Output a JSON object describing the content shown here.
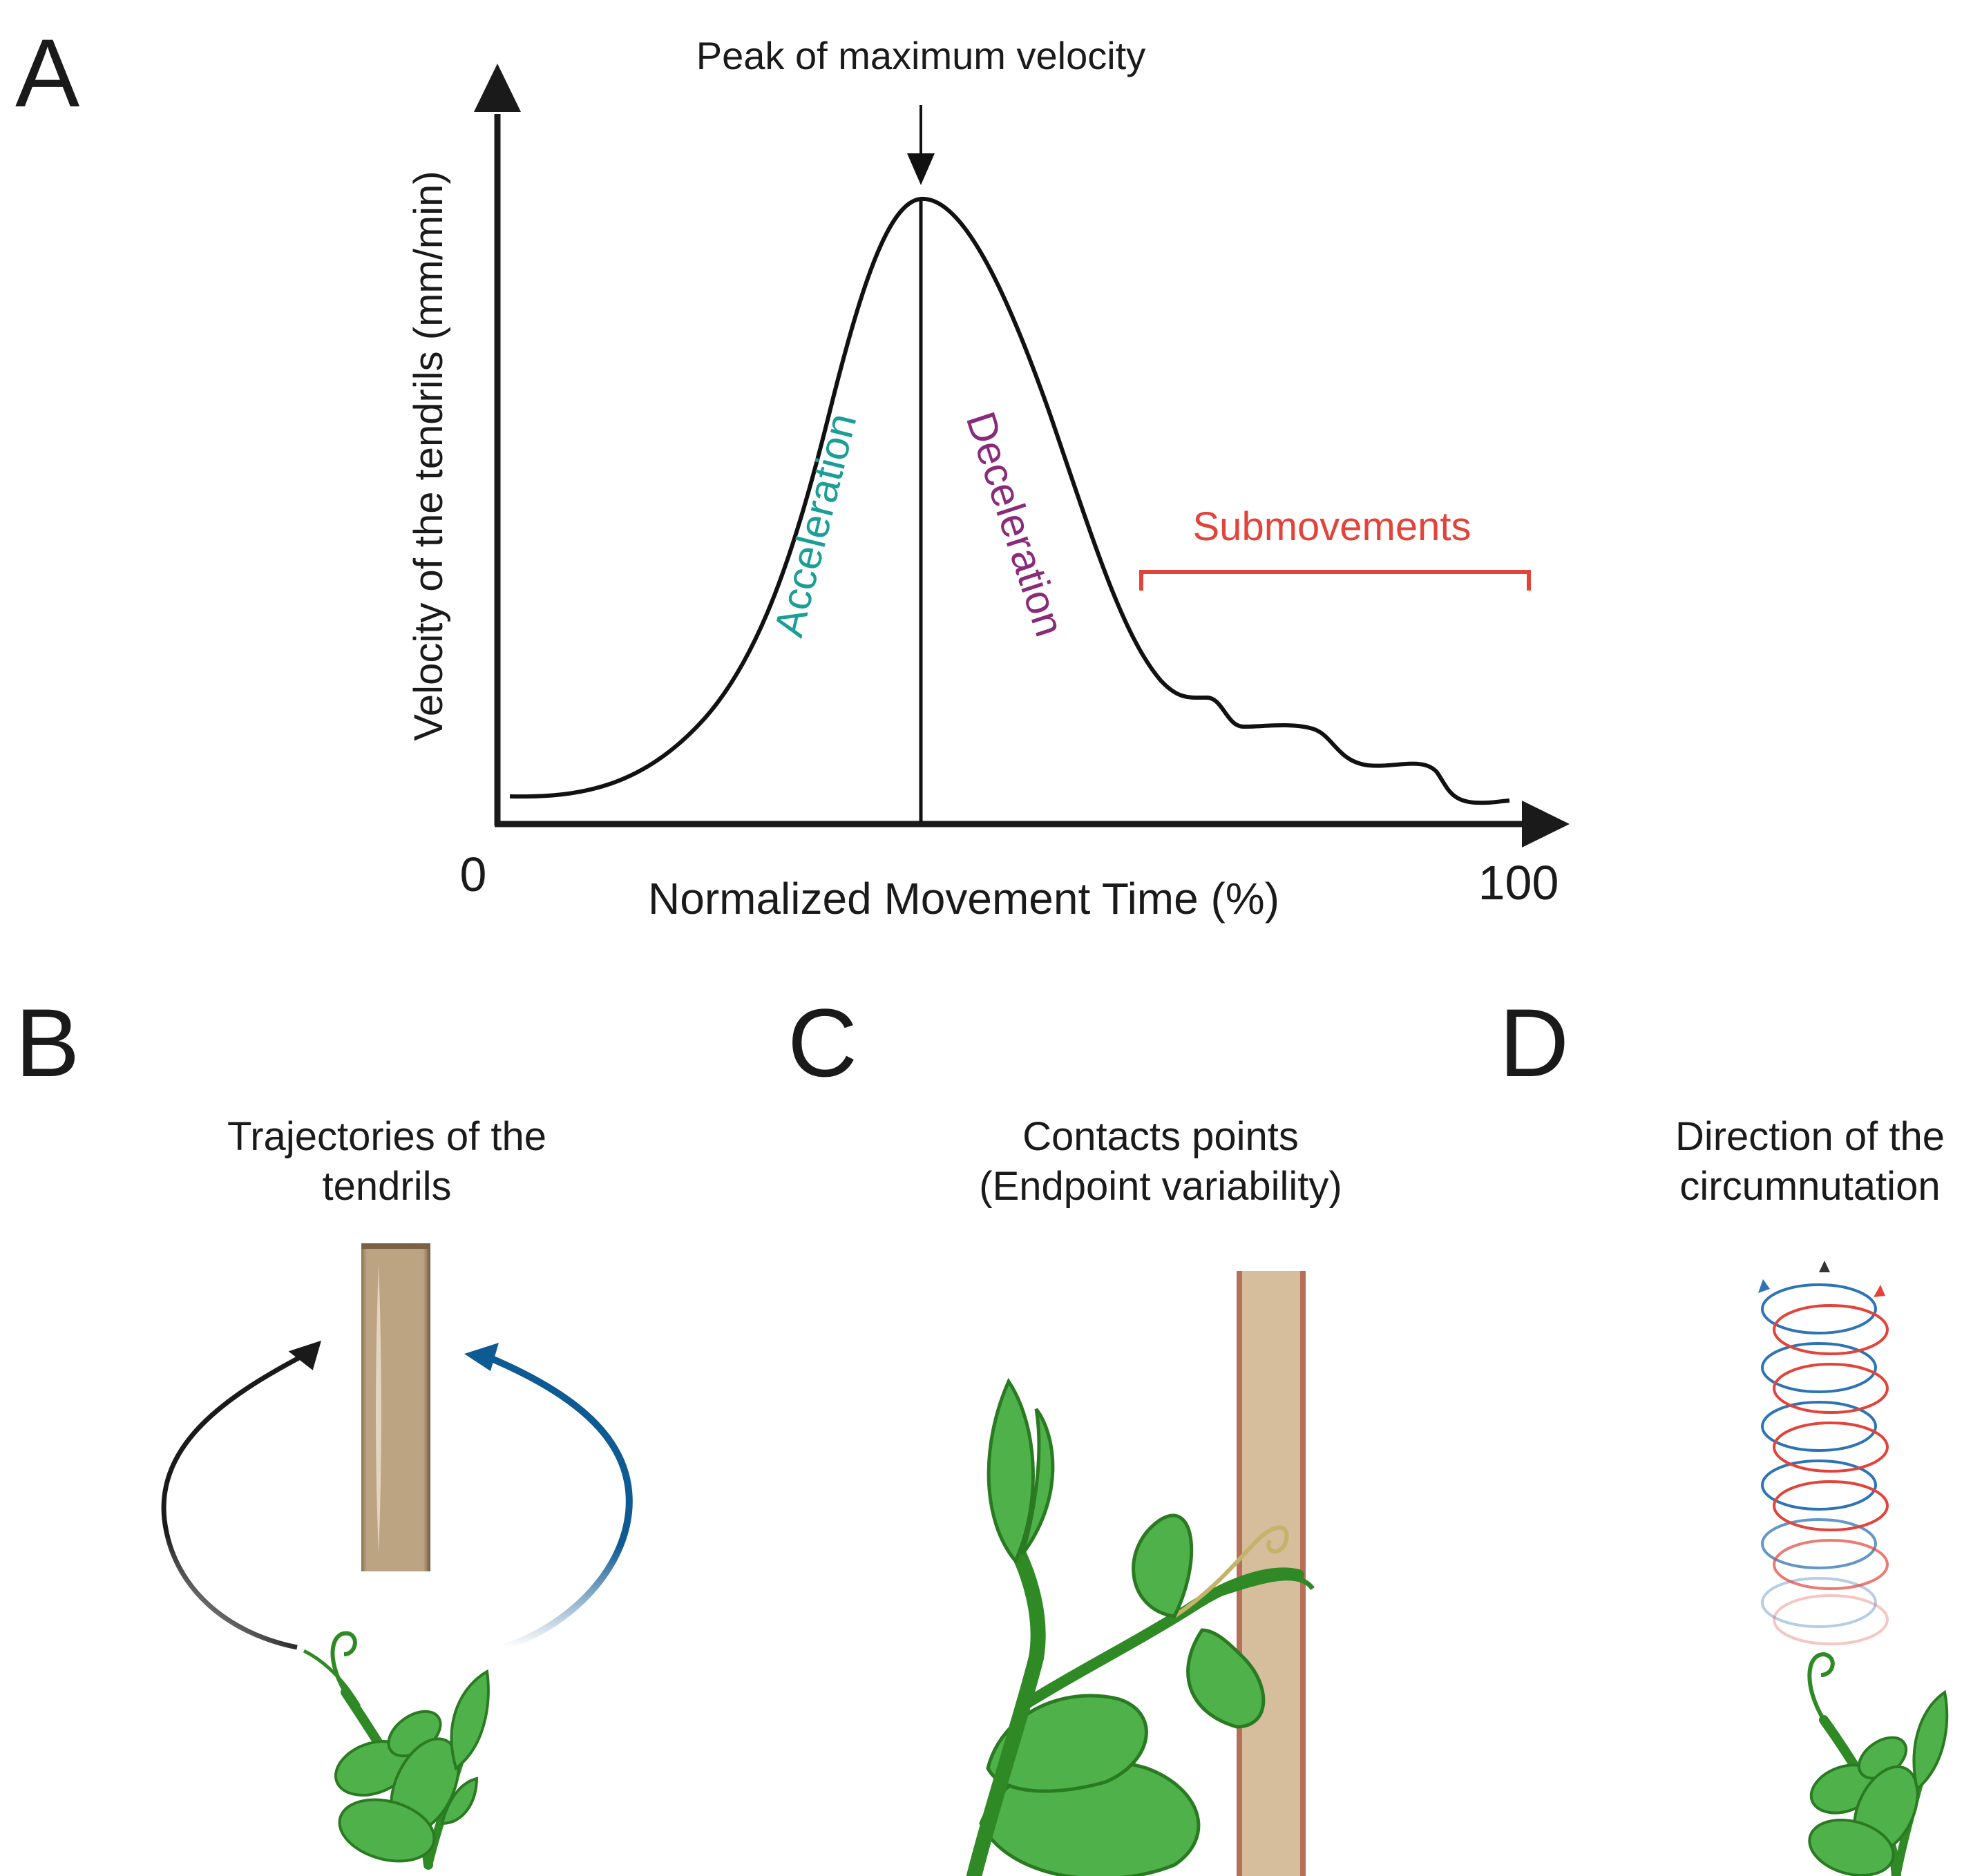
{
  "panels": {
    "a": {
      "letter": "A"
    },
    "b": {
      "letter": "B",
      "caption_line1": "Trajectories of the",
      "caption_line2": "tendrils"
    },
    "c": {
      "letter": "C",
      "caption_line1": "Contacts points",
      "caption_line2": "(Endpoint variability)"
    },
    "d": {
      "letter": "D",
      "caption_line1": "Direction of the",
      "caption_line2": "circumnutation"
    }
  },
  "chart_data": {
    "type": "line",
    "title": "",
    "xlabel": "Normalized Movement Time (%)",
    "ylabel": "Velocity of the tendrils (mm/min)",
    "x_tick_labels": [
      "0",
      "100"
    ],
    "xlim": [
      0,
      100
    ],
    "peak_annotation": "Peak of maximum velocity",
    "phase_labels": {
      "acceleration": "Acceleration",
      "deceleration": "Deceleration",
      "submovements": "Submovements"
    },
    "colors": {
      "acceleration": "#1a9e96",
      "deceleration": "#8a2b7a",
      "submovements": "#e2433a",
      "curve": "#111111"
    }
  },
  "colors": {
    "support_b": "#bca382",
    "support_c": "#d6bd9b",
    "leaf": "#4fb14a",
    "stem": "#2f8a26",
    "arrow_black": "#1a1a1a",
    "arrow_blue": "#0e5a92",
    "helix_red": "#e2433a",
    "helix_blue": "#2e74b5"
  }
}
